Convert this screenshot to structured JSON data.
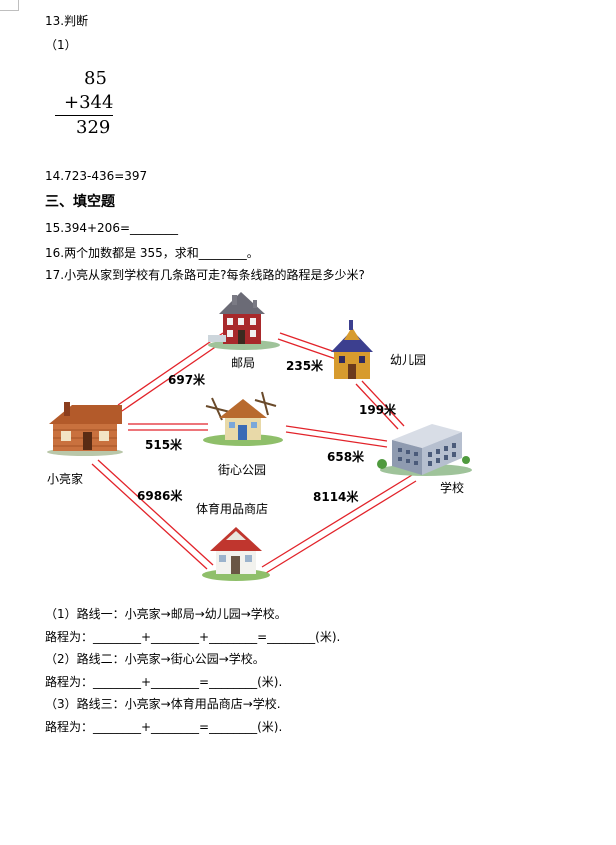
{
  "q13": {
    "title": "13.判断",
    "sub": "（1）",
    "addend1": "85",
    "addend2": "+344",
    "result": "329"
  },
  "q14": {
    "text": "14.723-436=397"
  },
  "section3": {
    "title": "三、填空题"
  },
  "q15": {
    "text": "15.394+206=________"
  },
  "q16": {
    "text": "16.两个加数都是 355，求和________。"
  },
  "q17": {
    "text": "17.小亮从家到学校有几条路可走?每条线路的路程是多少米?",
    "map": {
      "places": {
        "post_office": "邮局",
        "kindergarten": "幼儿园",
        "home": "小亮家",
        "park": "街心公园",
        "school": "学校",
        "sports_store": "体育用品商店"
      },
      "distances": {
        "home_post": "697米",
        "post_kinder": "235米",
        "kinder_school": "199米",
        "home_park": "515米",
        "park_school": "658米",
        "home_store": "6986米",
        "store_school": "8114米"
      }
    },
    "route1": {
      "label": "（1）路线一：小亮家→邮局→幼儿园→学校。",
      "blank": "路程为：________+________+________=________(米)."
    },
    "route2": {
      "label": "（2）路线二：小亮家→街心公园→学校。",
      "blank": "路程为：________+________=________(米)."
    },
    "route3": {
      "label": "（3）路线三：小亮家→体育用品商店→学校.",
      "blank": "路程为：________+________=________(米)."
    }
  },
  "colors": {
    "road": "#e2232a",
    "text": "#000000"
  }
}
